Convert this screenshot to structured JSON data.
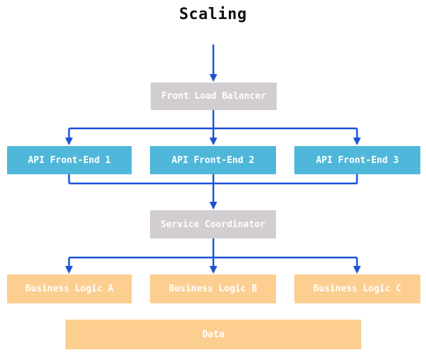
{
  "title": "Scaling",
  "colors": {
    "arrow": "#1a52d8",
    "gray_node": "#d1cdd1",
    "blue_node": "#4fb8da",
    "orange_node": "#fcce90",
    "node_text": "#ffffff",
    "title_text": "#111111",
    "canvas_bg": "#ffffff"
  },
  "nodes": {
    "front_load_balancer": {
      "label": "Front Load Balancer",
      "type": "gray"
    },
    "api_front_end_1": {
      "label": "API Front-End 1",
      "type": "blue"
    },
    "api_front_end_2": {
      "label": "API Front-End 2",
      "type": "blue"
    },
    "api_front_end_3": {
      "label": "API Front-End 3",
      "type": "blue"
    },
    "service_coordinator": {
      "label": "Service Coordinator",
      "type": "gray"
    },
    "business_logic_a": {
      "label": "Business Logic A",
      "type": "orange"
    },
    "business_logic_b": {
      "label": "Business Logic B",
      "type": "orange"
    },
    "business_logic_c": {
      "label": "Business Logic C",
      "type": "orange"
    },
    "data_store": {
      "label": "Data",
      "type": "orange"
    }
  },
  "edges": [
    {
      "from": "title",
      "to": "front_load_balancer"
    },
    {
      "from": "front_load_balancer",
      "to": "api_front_end_1"
    },
    {
      "from": "front_load_balancer",
      "to": "api_front_end_2"
    },
    {
      "from": "front_load_balancer",
      "to": "api_front_end_3"
    },
    {
      "from": "api_front_end_1",
      "to": "service_coordinator"
    },
    {
      "from": "api_front_end_2",
      "to": "service_coordinator"
    },
    {
      "from": "api_front_end_3",
      "to": "service_coordinator"
    },
    {
      "from": "service_coordinator",
      "to": "business_logic_a"
    },
    {
      "from": "service_coordinator",
      "to": "business_logic_b"
    },
    {
      "from": "service_coordinator",
      "to": "business_logic_c"
    }
  ]
}
